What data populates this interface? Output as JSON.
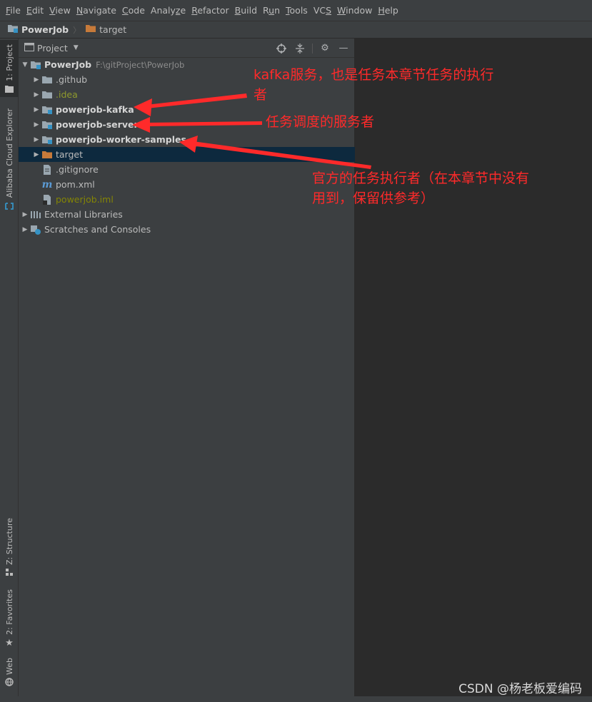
{
  "menu": [
    "File",
    "Edit",
    "View",
    "Navigate",
    "Code",
    "Analyze",
    "Refactor",
    "Build",
    "Run",
    "Tools",
    "VCS",
    "Window",
    "Help"
  ],
  "menu_mnemonics": [
    "F",
    "E",
    "V",
    "N",
    "C",
    "z",
    "R",
    "B",
    "u",
    "T",
    "S",
    "W",
    "H"
  ],
  "breadcrumb": {
    "project": "PowerJob",
    "folder": "target"
  },
  "left_tabs": {
    "project": "1: Project",
    "cloud": "Alibaba Cloud Explorer",
    "structure": "Z: Structure",
    "favorites": "2: Favorites",
    "web": "Web"
  },
  "panel": {
    "title": "Project"
  },
  "tree": {
    "root": {
      "name": "PowerJob",
      "path": "F:\\gitProject\\PowerJob"
    },
    "github": ".github",
    "idea": ".idea",
    "kafka": "powerjob-kafka",
    "server": "powerjob-server",
    "samples": "powerjob-worker-samples",
    "target": "target",
    "gitignore": ".gitignore",
    "pom": "pom.xml",
    "iml": "powerjob.iml",
    "external": "External Libraries",
    "scratches": "Scratches and Consoles"
  },
  "annotations": {
    "kafka_line1": "kafka服务，也是任务本章节任务的执行",
    "kafka_line2": "者",
    "server": "任务调度的服务者",
    "samples_line1": "官方的任务执行者（在本章节中没有",
    "samples_line2": "用到，保留供参考）"
  },
  "watermark": "CSDN @杨老板爱编码",
  "colors": {
    "annotation": "#ff2a2a",
    "selection": "#0d293e",
    "folder_target": "#c77a3a",
    "module_marker": "#3592c4"
  }
}
